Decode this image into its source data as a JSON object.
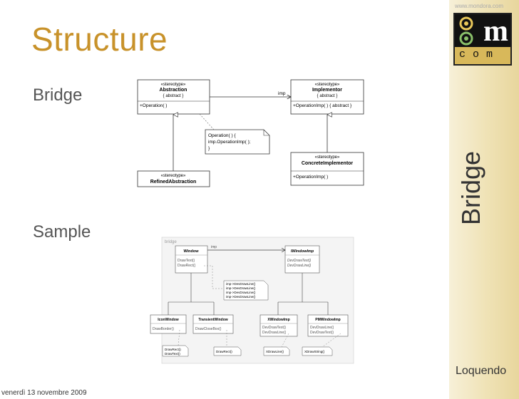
{
  "slide": {
    "title": "Structure",
    "bridge_heading": "Bridge",
    "sample_heading": "Sample",
    "footer_date": "venerdì 13 novembre 2009",
    "side_label": "Bridge",
    "url": "www.mondora.com",
    "logo_letter": "m",
    "logo_sub": "com",
    "brand": "Loquendo"
  },
  "structure": {
    "stereotype": "«stereotype»",
    "abstraction": {
      "name": "Abstraction",
      "tag": "{ abstract }",
      "op": "+Operation( )"
    },
    "implementor": {
      "name": "Implementor",
      "tag": "{ abstract }",
      "op": "+OperationImp( ) { abstract }"
    },
    "assoc_label": "imp",
    "note_lines": [
      "Operation( ) {",
      "  imp.OperationImp( );",
      "}"
    ],
    "refined": {
      "name": "RefinedAbstraction"
    },
    "concrete": {
      "name": "ConcreteImplementor",
      "op": "+OperationImp( )"
    }
  },
  "sample": {
    "frame_label": "bridge",
    "window": {
      "name": "Window",
      "ops": [
        "DrawText()",
        "DrawRect()"
      ]
    },
    "iwindowimp": {
      "name": "IWindowImp",
      "ops": [
        "DevDrawText()",
        "DevDrawLine()"
      ]
    },
    "imp_label": "imp",
    "note_lines": [
      "imp->DevDrawLine()",
      "imp->DevDrawLine()",
      "imp->DevDrawLine()",
      "imp->DevDrawLine()"
    ],
    "iconwindow": {
      "name": "IconWindow",
      "op": "DrawBorder()"
    },
    "transientwindow": {
      "name": "TransientWindow",
      "op": "DrawCloseBox()"
    },
    "xwindowimp": {
      "name": "XWindowImp",
      "ops": [
        "DevDrawText()",
        "DevDrawLine()"
      ]
    },
    "pmwindowimp": {
      "name": "PMWindowImp",
      "ops": [
        "DevDrawLine()",
        "DevDrawText()"
      ]
    },
    "note_icon": [
      "DrawRect()",
      "DrawText()"
    ],
    "note_transient": "DrawRect()",
    "note_x": "XDrawLine()",
    "note_pm": "XDrawString()"
  }
}
